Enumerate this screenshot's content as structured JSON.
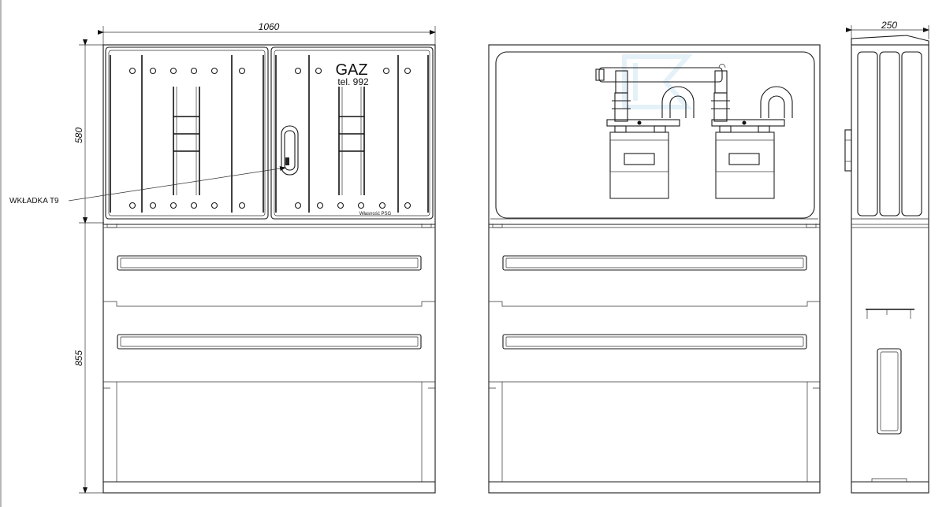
{
  "dimensions": {
    "width_front": "1060",
    "height_upper": "580",
    "height_lower": "855",
    "depth_side": "250"
  },
  "door_label": {
    "title": "GAZ",
    "phone": "tel. 992",
    "owner": "Własność PSG"
  },
  "callout": {
    "insert_label": "WKŁADKA T9"
  },
  "colors": {
    "line": "#1a1a1a",
    "watermark": "#cfe6f3"
  }
}
